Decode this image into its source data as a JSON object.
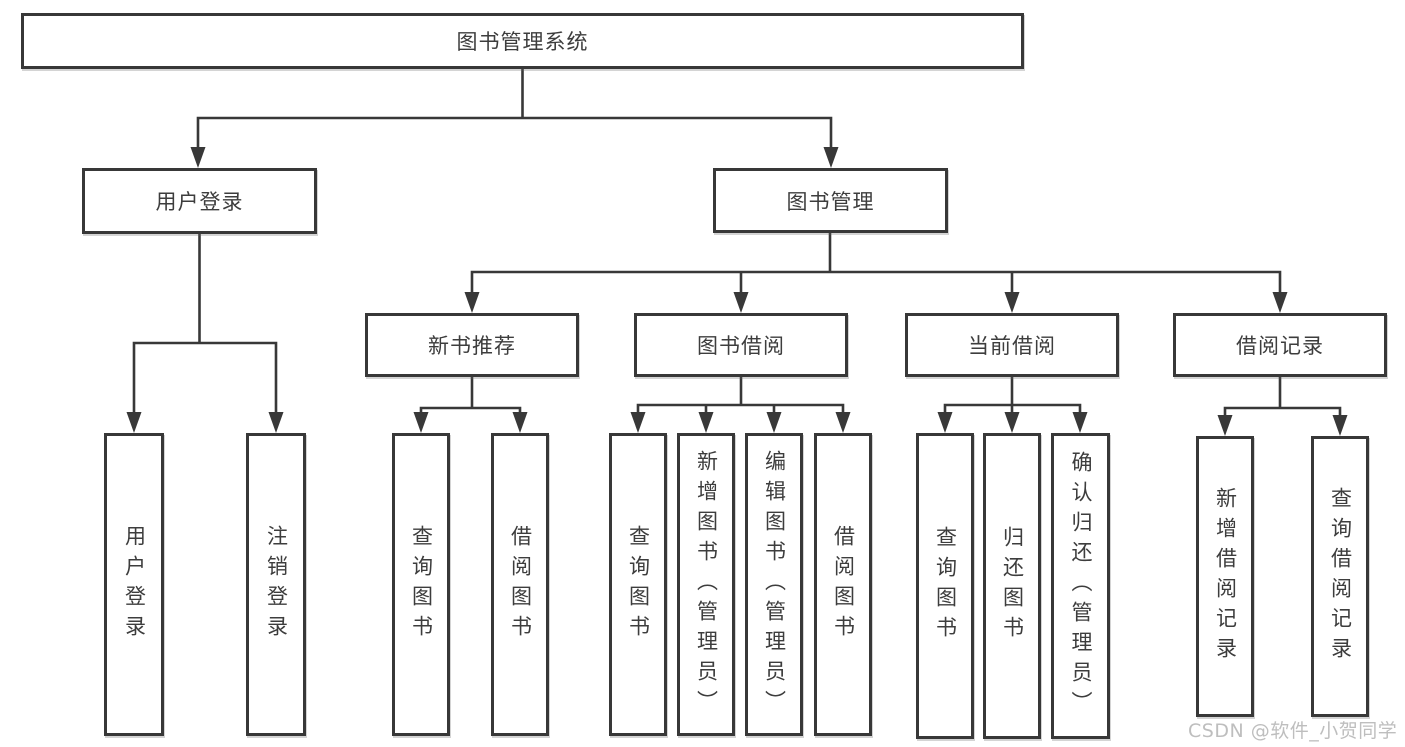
{
  "diagram": {
    "type": "org-tree",
    "colors": {
      "line": "#383838",
      "box_border": "#383838",
      "box_fill": "#ffffff",
      "text": "#3d3d3d",
      "watermark": "#b9b9b9"
    },
    "tree": {
      "label": "图书管理系统",
      "children": [
        {
          "label": "用户登录",
          "children": [
            {
              "label": "用户登录"
            },
            {
              "label": "注销登录"
            }
          ]
        },
        {
          "label": "图书管理",
          "children": [
            {
              "label": "新书推荐",
              "children": [
                {
                  "label": "查询图书"
                },
                {
                  "label": "借阅图书"
                }
              ]
            },
            {
              "label": "图书借阅",
              "children": [
                {
                  "label": "查询图书"
                },
                {
                  "label": "新增图书（管理员）"
                },
                {
                  "label": "编辑图书（管理员）"
                },
                {
                  "label": "借阅图书"
                }
              ]
            },
            {
              "label": "当前借阅",
              "children": [
                {
                  "label": "查询图书"
                },
                {
                  "label": "归还图书"
                },
                {
                  "label": "确认归还（管理员）"
                }
              ]
            },
            {
              "label": "借阅记录",
              "children": [
                {
                  "label": "新增借阅记录"
                },
                {
                  "label": "查询借阅记录"
                }
              ]
            }
          ]
        }
      ]
    },
    "watermark": {
      "text": "CSDN @软件_小贺同学"
    }
  }
}
